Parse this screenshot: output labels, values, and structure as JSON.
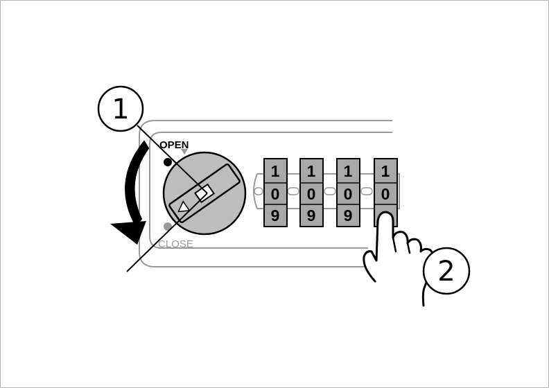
{
  "labels": {
    "open": "OPEN",
    "close": "CLOSE"
  },
  "steps": {
    "step1": "1",
    "step2": "2"
  },
  "wheels": [
    {
      "top": "1",
      "middle": "0",
      "bottom": "9"
    },
    {
      "top": "1",
      "middle": "0",
      "bottom": "9"
    },
    {
      "top": "1",
      "middle": "0",
      "bottom": "9"
    },
    {
      "top": "1",
      "middle": "0",
      "bottom": ""
    }
  ],
  "colors": {
    "dial": "#bdbdbd",
    "wheel": "#a8a8a8",
    "outline": "#000000",
    "panel": "#9a9a9a"
  }
}
